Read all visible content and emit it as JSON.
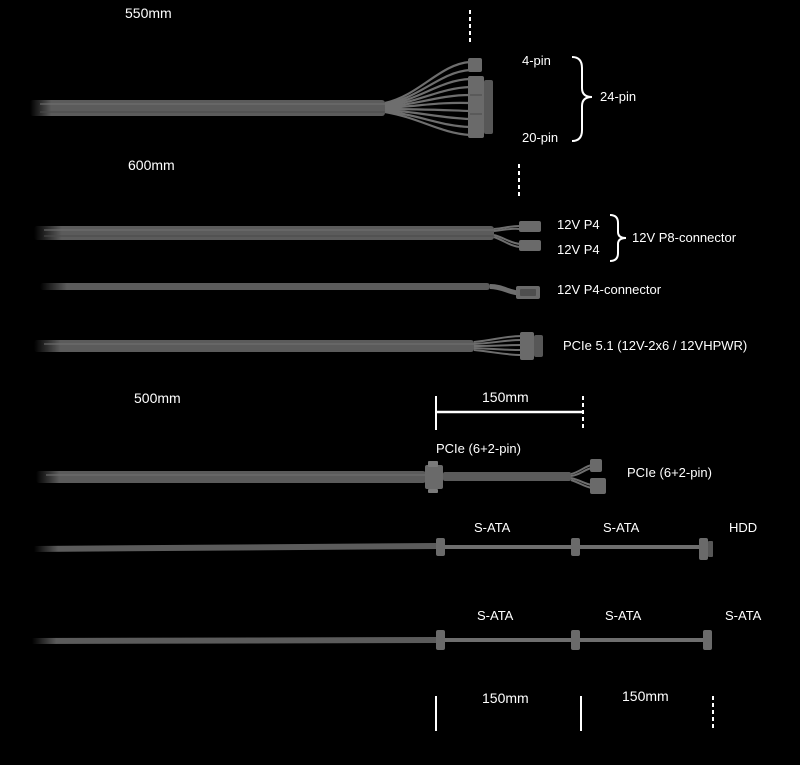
{
  "colors": {
    "background": "#000000",
    "cable": "#5b5b5b",
    "cable_edge": "#8a8a8a",
    "wire": "#6e6e6e",
    "connector": "#6a6a6a",
    "dimension_line": "#ffffff"
  },
  "cables": {
    "atx": {
      "length": "550mm",
      "top_label": "4-pin",
      "bottom_label": "20-pin",
      "group_label": "24-pin"
    },
    "cpu": {
      "length": "600mm",
      "p8_top": "12V P4",
      "p8_bottom": "12V P4",
      "p8_group": "12V P8-connector",
      "p4": "12V P4-connector",
      "pcie51": "PCIe 5.1 (12V-2x6 / 12VHPWR)"
    },
    "pcie": {
      "main_length": "500mm",
      "extra_length": "150mm",
      "first_connector": "PCIe (6+2-pin)",
      "second_connector": "PCIe (6+2-pin)"
    },
    "sata_hdd": {
      "first": "S-ATA",
      "second": "S-ATA",
      "end": "HDD"
    },
    "sata": {
      "first": "S-ATA",
      "second": "S-ATA",
      "end": "S-ATA"
    },
    "bottom_dimensions": {
      "first": "150mm",
      "second": "150mm"
    }
  }
}
